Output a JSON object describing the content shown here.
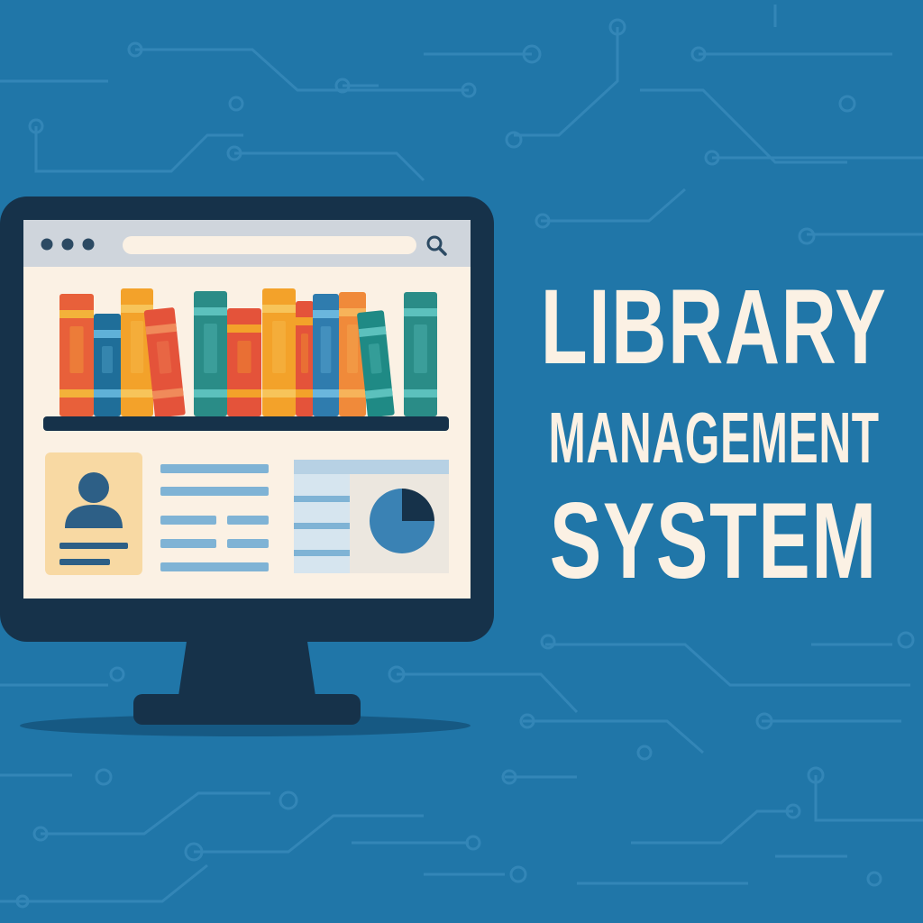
{
  "title": {
    "line1": "LIBRARY",
    "line2": "MANAGEMENT",
    "line3": "SYSTEM"
  },
  "colors": {
    "background": "#2076a8",
    "circuit": "#3a8cbd",
    "monitor_frame": "#16324a",
    "screen_bg": "#fbf1e4",
    "toolbar": "#cfd5dc",
    "title_text": "#fbf1e4",
    "accent_orange": "#f3a22a",
    "accent_red": "#e4533a",
    "accent_teal": "#2a8c87",
    "accent_blue": "#1f6e99"
  },
  "icons": [
    "window-dot-icon",
    "search-icon",
    "user-avatar-icon",
    "pie-chart-icon"
  ],
  "shelf": {
    "books": [
      {
        "color": "#e8603a",
        "band": "#f3b23a"
      },
      {
        "color": "#1f6e99",
        "band": "#5fb1d8"
      },
      {
        "color": "#f3a22a",
        "band": "#f7c45a"
      },
      {
        "color": "#e4533a",
        "band": "#f08a5a"
      },
      {
        "color": "#2a8c87",
        "band": "#5cc1bd"
      },
      {
        "color": "#e4533a",
        "band": "#f3a22a"
      },
      {
        "color": "#f3a22a",
        "band": "#f7c45a"
      },
      {
        "color": "#e4533a",
        "band": "#f3a22a"
      },
      {
        "color": "#2f7cae",
        "band": "#6ab6dd"
      },
      {
        "color": "#f08a3a",
        "band": "#f7b35a"
      },
      {
        "color": "#1f8a85",
        "band": "#5cc1bd"
      },
      {
        "color": "#2a8c87",
        "band": "#5cc1bd"
      }
    ]
  },
  "pie_chart": {
    "slices": [
      0.75,
      0.25
    ]
  }
}
